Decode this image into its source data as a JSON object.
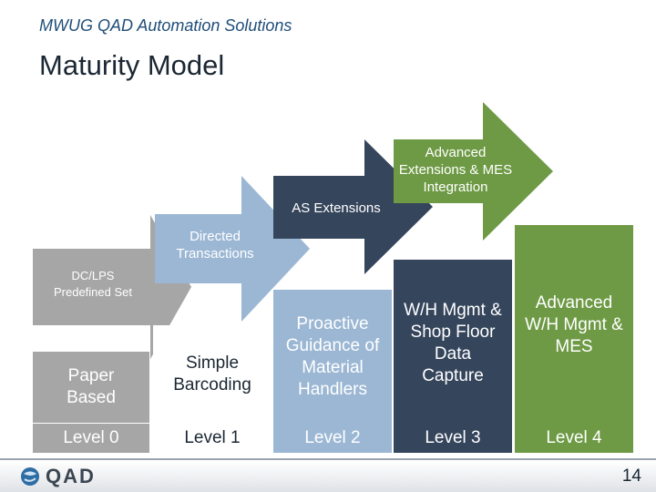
{
  "header": {
    "subtitle": "MWUG QAD Automation Solutions",
    "title": "Maturity Model"
  },
  "arrows": [
    {
      "label": "DC/LPS Predefined Set",
      "color": "#a6a6a6"
    },
    {
      "label": "Directed Transactions",
      "color": "#9bb7d4"
    },
    {
      "label": "AS Extensions",
      "color": "#35455c"
    },
    {
      "label": "Advanced Extensions & MES Integration",
      "color": "#6e9a45"
    }
  ],
  "columns": [
    {
      "text": "Paper Based",
      "color": "#a6a6a6",
      "level": "Level 0"
    },
    {
      "text": "Simple Barcoding",
      "color": "#ffffff",
      "level": "Level 1"
    },
    {
      "text": "Proactive Guidance of Material Handlers",
      "color": "#9bb7d4",
      "level": "Level 2"
    },
    {
      "text": "W/H Mgmt & Shop Floor Data Capture",
      "color": "#35455c",
      "level": "Level 3"
    },
    {
      "text": "Advanced W/H Mgmt & MES",
      "color": "#6e9a45",
      "level": "Level 4"
    }
  ],
  "footer": {
    "logo": "QAD",
    "page_number": "14"
  }
}
